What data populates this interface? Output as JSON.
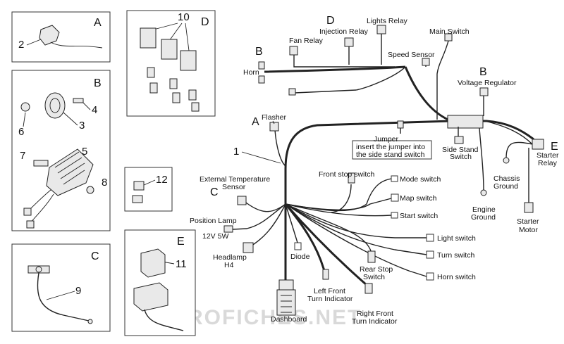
{
  "watermark": "MICROFICHES.NET",
  "panels": {
    "A": {
      "letter": "A",
      "callout": "2"
    },
    "B": {
      "letter": "B",
      "callouts": [
        "3",
        "4",
        "5",
        "6",
        "7",
        "8"
      ]
    },
    "C": {
      "letter": "C",
      "callout": "9"
    },
    "D": {
      "letter": "D",
      "callout": "10"
    },
    "small": {
      "callout": "12"
    },
    "E": {
      "letter": "E",
      "callout": "11"
    }
  },
  "main": {
    "harness_callout": "1",
    "labels": {
      "fan_relay": "Fan Relay",
      "injection_relay": "Injection Relay",
      "lights_relay": "Lights Relay",
      "main_switch": "Main Switch",
      "speed_sensor": "Speed Sensor",
      "voltage_regulator": "Voltage Regulator",
      "horn": "Horn",
      "flasher": "Flasher",
      "jumper_title": "Jumper",
      "jumper_note_1": "insert the jumper into",
      "jumper_note_2": "the side stand switch",
      "side_stand_switch_1": "Side Stand",
      "side_stand_switch_2": "Switch",
      "starter_relay_1": "Starter",
      "starter_relay_2": "Relay",
      "chassis_ground_1": "Chassis",
      "chassis_ground_2": "Ground",
      "engine_ground_1": "Engine",
      "engine_ground_2": "Ground",
      "starter_motor_1": "Starter",
      "starter_motor_2": "Motor",
      "front_stop_switch": "Front stop switch",
      "mode_switch": "Mode switch",
      "map_switch": "Map switch",
      "start_switch": "Start switch",
      "light_switch": "Light switch",
      "turn_switch": "Turn switch",
      "horn_switch": "Horn switch",
      "ext_temp_1": "External Temperature",
      "ext_temp_2": "Sensor",
      "position_lamp_1": "Position Lamp",
      "position_lamp_2": "12V 5W",
      "headlamp_1": "Headlamp",
      "headlamp_2": "H4",
      "diode": "Diode",
      "rear_stop_1": "Rear Stop",
      "rear_stop_2": "Switch",
      "left_front_1": "Left Front",
      "left_front_2": "Turn Indicator",
      "right_front_1": "Right Front",
      "right_front_2": "Turn Indicator",
      "dashboard": "Dashboard"
    },
    "letters": {
      "D": "D",
      "B_left": "B",
      "B_right": "B",
      "A": "A",
      "C": "C",
      "E": "E"
    }
  }
}
